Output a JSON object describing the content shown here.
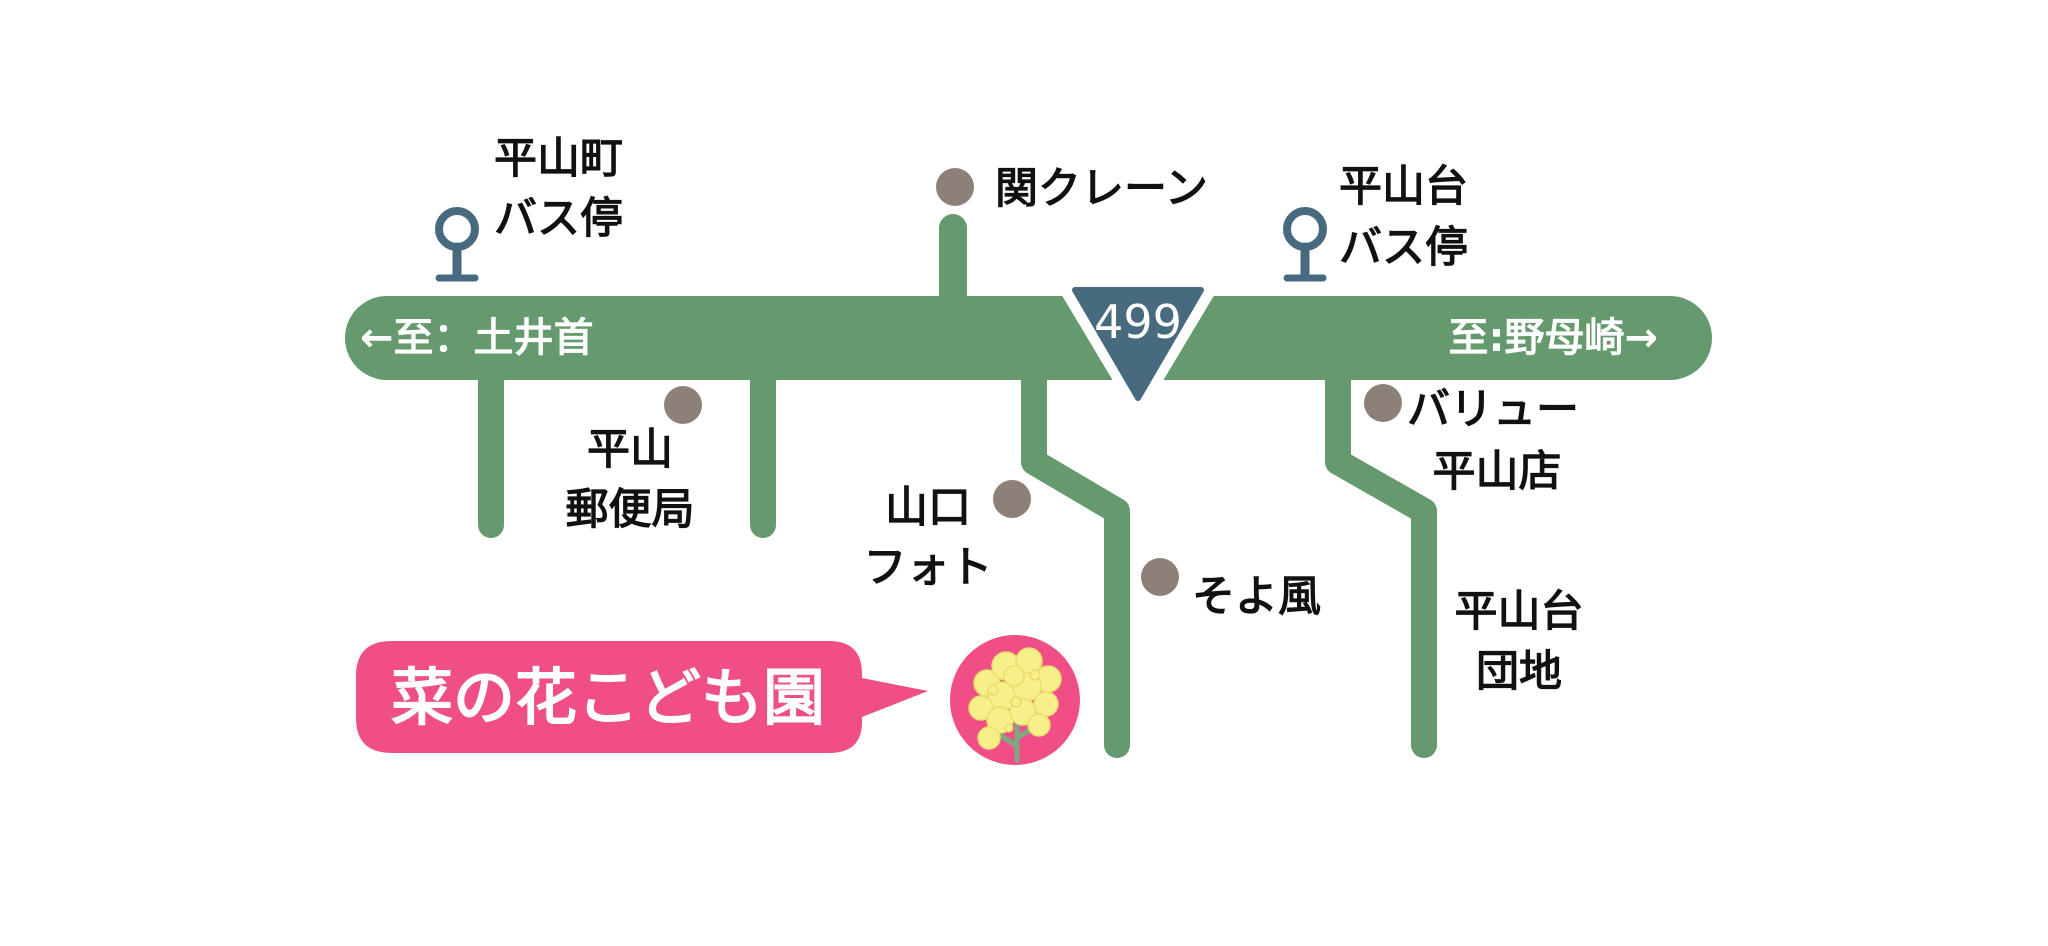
{
  "map": {
    "road_label_west": "←至：土井首",
    "road_label_east": "至:野母崎→",
    "route_number": "499",
    "bus_stops": [
      {
        "lines": [
          "平山町",
          "バス停"
        ]
      },
      {
        "lines": [
          "平山台",
          "バス停"
        ]
      }
    ],
    "landmarks": {
      "seki_crane": "関クレーン",
      "post_office": [
        "平山",
        "郵便局"
      ],
      "yamaguchi_photo": [
        "山口",
        "フォト"
      ],
      "soyokaze": "そよ風",
      "value_store": [
        "バリュー",
        "平山店"
      ],
      "danchi": [
        "平山台",
        "団地"
      ]
    },
    "destination": {
      "name": "菜の花こども園"
    },
    "colors": {
      "road": "#659a6e",
      "route_shield": "#486a7e",
      "bus_stop_icon": "#486a7e",
      "landmark_dot": "#8c8078",
      "callout": "#f04e86",
      "flower": "#f7f08a",
      "flower_circle": "#f04e86"
    },
    "icons": {
      "bus_stop": "bus-stop-icon",
      "route_shield": "route-shield-icon",
      "landmark": "landmark-dot-icon",
      "destination": "rapeseed-flower-icon"
    }
  }
}
